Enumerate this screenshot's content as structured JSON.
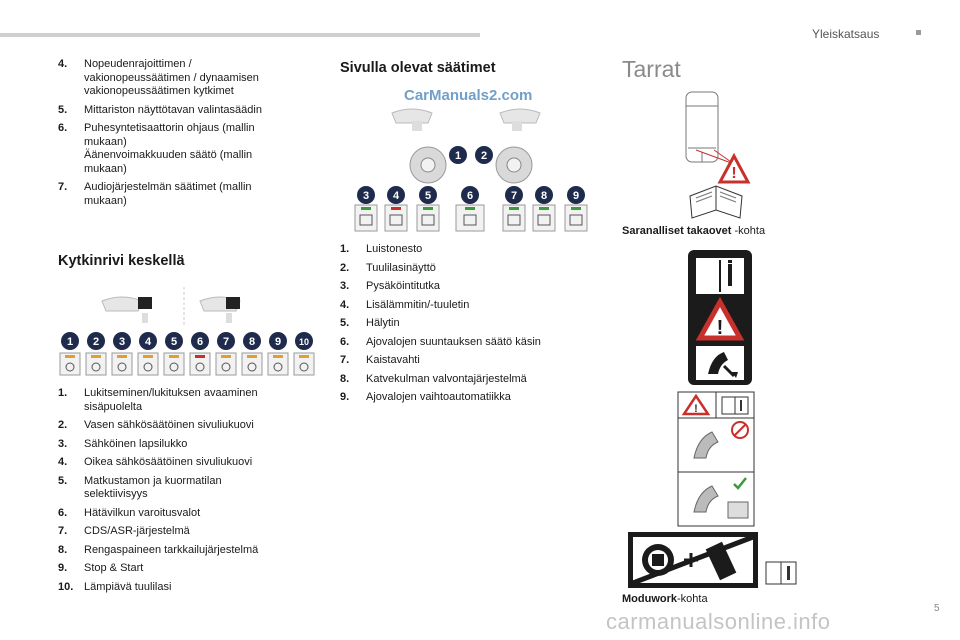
{
  "header": {
    "section_title": "Yleiskatsaus"
  },
  "left_list": [
    {
      "num": "4.",
      "text": "Nopeudenrajoittimen /\nvakionopeussäätimen / dynaamisen\nvakionopeussäätimen kytkimet"
    },
    {
      "num": "5.",
      "text": "Mittariston näyttötavan valintasäädin"
    },
    {
      "num": "6.",
      "text": "Puhesyntetisaattorin ohjaus (mallin\nmukaan)\nÄänenvoimakkuuden säätö (mallin\nmukaan)"
    },
    {
      "num": "7.",
      "text": "Audiojärjestelmän säätimet (mallin\nmukaan)"
    }
  ],
  "center_row": {
    "heading": "Kytkinrivi keskellä",
    "badges": [
      "1",
      "2",
      "3",
      "4",
      "5",
      "6",
      "7",
      "8",
      "9",
      "10"
    ],
    "items": [
      {
        "num": "1.",
        "text": "Lukitseminen/lukituksen avaaminen\nsisäpuolelta"
      },
      {
        "num": "2.",
        "text": "Vasen sähkösäätöinen sivuliukuovi"
      },
      {
        "num": "3.",
        "text": "Sähköinen lapsilukko"
      },
      {
        "num": "4.",
        "text": "Oikea sähkösäätöinen sivuliukuovi"
      },
      {
        "num": "5.",
        "text": "Matkustamon ja kuormatilan\nselektiivisyys"
      },
      {
        "num": "6.",
        "text": "Hätävilkun varoitusvalot"
      },
      {
        "num": "7.",
        "text": "CDS/ASR-järjestelmä"
      },
      {
        "num": "8.",
        "text": "Rengaspaineen tarkkailujärjestelmä"
      },
      {
        "num": "9.",
        "text": "Stop & Start"
      },
      {
        "num": "10.",
        "text": "Lämpiävä tuulilasi"
      }
    ]
  },
  "side_controls": {
    "heading": "Sivulla olevat säätimet",
    "watermark": "CarManuals2.com",
    "badges": [
      "1",
      "2",
      "3",
      "4",
      "5",
      "6",
      "7",
      "8",
      "9"
    ],
    "items": [
      {
        "num": "1.",
        "text": "Luistonesto"
      },
      {
        "num": "2.",
        "text": "Tuulilasinäyttö"
      },
      {
        "num": "3.",
        "text": "Pysäköintitutka"
      },
      {
        "num": "4.",
        "text": "Lisälämmitin/-tuuletin"
      },
      {
        "num": "5.",
        "text": "Hälytin"
      },
      {
        "num": "6.",
        "text": "Ajovalojen suuntauksen säätö käsin"
      },
      {
        "num": "7.",
        "text": "Kaistavahti"
      },
      {
        "num": "8.",
        "text": "Katvekulman valvontajärjestelmä"
      },
      {
        "num": "9.",
        "text": "Ajovalojen vaihtoautomatiikka"
      }
    ]
  },
  "labels": {
    "heading": "Tarrat",
    "caption1_bold": "Saranalliset takaovet",
    "caption1_rest": " -kohta",
    "caption2_bold": "Moduwork",
    "caption2_rest": "-kohta"
  },
  "footer": {
    "watermark": "carmanualsonline.info",
    "page": "5"
  },
  "colors": {
    "badge": "#1f2b4d",
    "accent": "#c9302c",
    "green": "#3a9b3a"
  }
}
